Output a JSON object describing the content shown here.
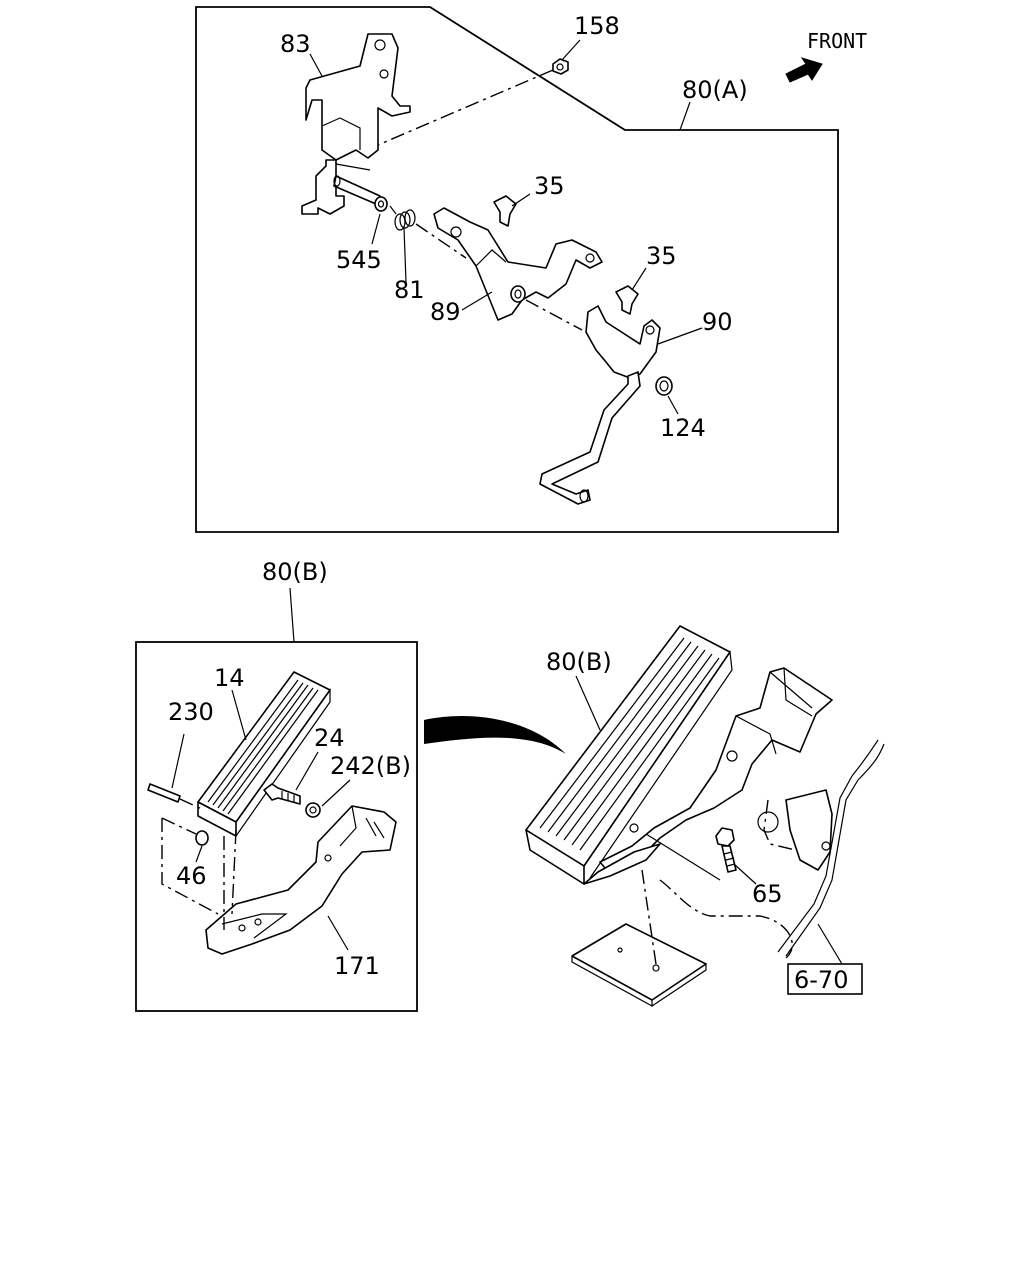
{
  "direction_label": "FRONT",
  "callouts": {
    "c83": "83",
    "c158": "158",
    "c80a": "80(A)",
    "c35a": "35",
    "c545": "545",
    "c81": "81",
    "c89": "89",
    "c35b": "35",
    "c90": "90",
    "c124": "124",
    "c80b_top": "80(B)",
    "c14": "14",
    "c230": "230",
    "c24": "24",
    "c242b": "242(B)",
    "c46": "46",
    "c171": "171",
    "c80b_pedal": "80(B)",
    "c65": "65"
  },
  "reference_box": "6-70"
}
